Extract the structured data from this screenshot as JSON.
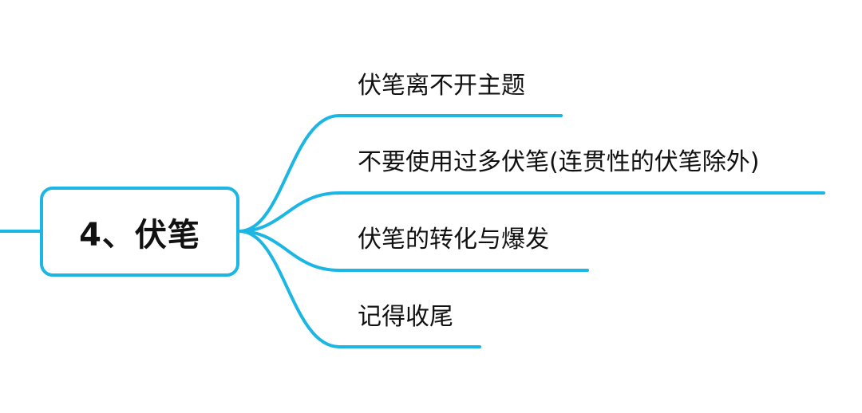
{
  "mindmap": {
    "central": "4、伏笔",
    "branches": [
      {
        "label": "伏笔离不开主题"
      },
      {
        "label": "不要使用过多伏笔(连贯性的伏笔除外)"
      },
      {
        "label": "伏笔的转化与爆发"
      },
      {
        "label": "记得收尾"
      }
    ]
  },
  "colors": {
    "connector": "#1cb6e4",
    "text": "#111111",
    "background": "#ffffff"
  }
}
